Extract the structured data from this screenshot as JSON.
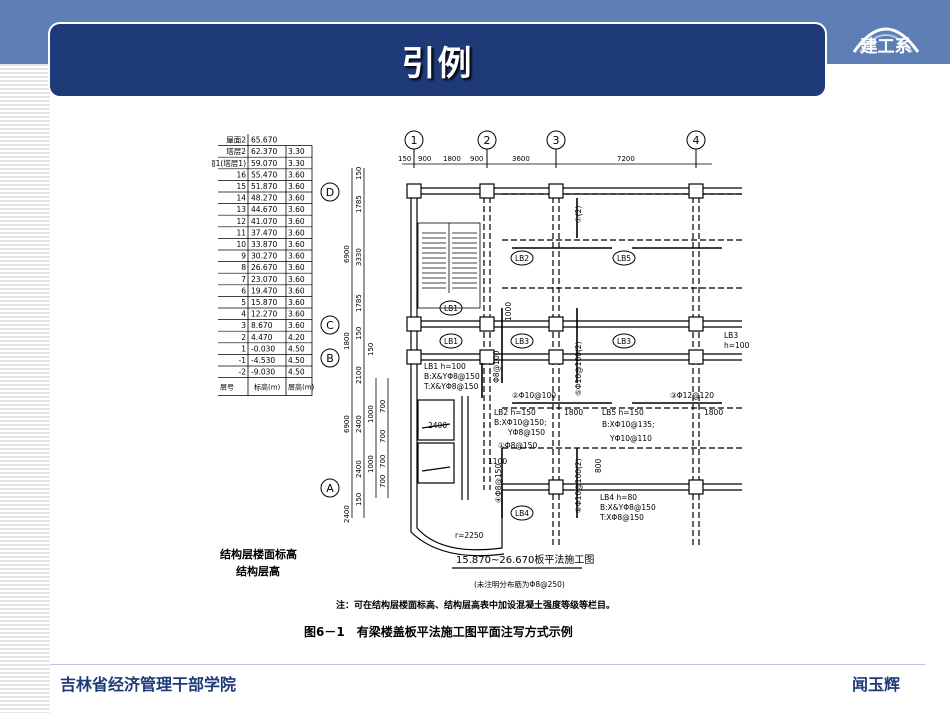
{
  "header": {
    "title": "引例",
    "dept_badge": "建工系"
  },
  "footer": {
    "institution": "吉林省经济管理干部学院",
    "author": "闻玉辉"
  },
  "figure": {
    "caption": "图6－1　有梁楼盖板平法施工图平面注写方式示例",
    "note": "注：可在结构层楼面标高、结构层高表中加设混凝土强度等级等栏目。",
    "plan_title": "15.870~26.670板平法施工图",
    "plan_subtitle": "(未注明分布筋为Φ8@250)",
    "table_caption_1": "结构层楼面标高",
    "table_caption_2": "结构层高",
    "level_table": {
      "rows": [
        [
          "屋面2",
          "65.670",
          ""
        ],
        [
          "塔层2",
          "62.370",
          "3.30"
        ],
        [
          "屋面1(塔层1)",
          "59.070",
          "3.30"
        ],
        [
          "16",
          "55.470",
          "3.60"
        ],
        [
          "15",
          "51.870",
          "3.60"
        ],
        [
          "14",
          "48.270",
          "3.60"
        ],
        [
          "13",
          "44.670",
          "3.60"
        ],
        [
          "12",
          "41.070",
          "3.60"
        ],
        [
          "11",
          "37.470",
          "3.60"
        ],
        [
          "10",
          "33.870",
          "3.60"
        ],
        [
          "9",
          "30.270",
          "3.60"
        ],
        [
          "8",
          "26.670",
          "3.60"
        ],
        [
          "7",
          "23.070",
          "3.60"
        ],
        [
          "6",
          "19.470",
          "3.60"
        ],
        [
          "5",
          "15.870",
          "3.60"
        ],
        [
          "4",
          "12.270",
          "3.60"
        ],
        [
          "3",
          "8.670",
          "3.60"
        ],
        [
          "2",
          "4.470",
          "4.20"
        ],
        [
          "1",
          "-0.030",
          "4.50"
        ],
        [
          "-1",
          "-4.530",
          "4.50"
        ],
        [
          "-2",
          "-9.030",
          "4.50"
        ]
      ],
      "head": [
        "层号",
        "标高(m)",
        "层高(m)"
      ]
    },
    "axes_cols": [
      "1",
      "2",
      "3",
      "4"
    ],
    "axes_rows": [
      "D",
      "C",
      "B",
      "A"
    ],
    "top_dims": [
      "150",
      "900",
      "1800",
      "900",
      "3600",
      "7200"
    ],
    "left_dims": [
      "150",
      "1785",
      "3330",
      "1785",
      "150",
      "150",
      "2100",
      "700",
      "1000",
      "700",
      "2400",
      "2400",
      "1000",
      "700",
      "700",
      "150"
    ],
    "left_totals": [
      "6900",
      "1800",
      "6900",
      "2400"
    ],
    "slab_labels": [
      "LB2",
      "LB5",
      "LB1",
      "LB1",
      "LB3",
      "LB3",
      "LB4"
    ],
    "annotations": {
      "lb1_a": "LB1 h=100",
      "lb1_b": "B:X&YΦ8@150",
      "lb1_c": "T:X&YΦ8@150",
      "lb3_a": "LB3",
      "lb3_b": "h=100",
      "lb2_a": "LB2 h=150",
      "lb2_b": "B:XΦ10@150;",
      "lb2_c": "YΦ8@150",
      "lb5_a": "LB5 h=150",
      "lb5_b": "B:XΦ10@135;",
      "lb5_c": "YΦ10@110",
      "lb4_a": "LB4 h=80",
      "lb4_b": "B:X&YΦ8@150",
      "lb4_c": "T:XΦ8@150",
      "bar2": "②Φ10@100",
      "bar3": "③Φ12@120",
      "bar1": "①Φ8@150",
      "bar4": "④Φ8@150",
      "bar5": "⑤Φ10@100(2)",
      "bar6": "⑥Φ10@100(2)",
      "bar7": "⑦(2)",
      "bar8": "Φ8@100",
      "dim1800a": "1800",
      "dim1800b": "1800",
      "dim1000": "1000",
      "dim1100": "1100",
      "dim2400": "2400",
      "dim800": "800",
      "radius": "r=2250"
    }
  },
  "colors": {
    "top_band": "#5d7fb6",
    "title_bar": "#1e3a78",
    "footer_text": "#1e3a78"
  }
}
